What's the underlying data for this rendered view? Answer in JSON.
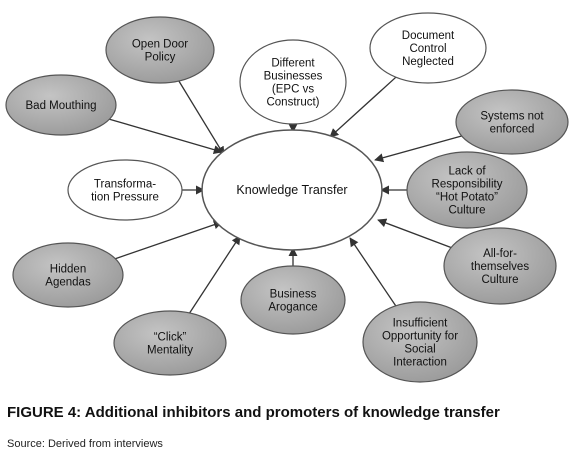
{
  "center": {
    "label": [
      "Knowledge Transfer"
    ]
  },
  "nodes": [
    {
      "id": "open-door-policy",
      "label": [
        "Open Door",
        "Policy"
      ],
      "kind": "inhibitor"
    },
    {
      "id": "different-businesses",
      "label": [
        "Different",
        "Businesses",
        "(EPC vs",
        "Construct)"
      ],
      "kind": "promoter"
    },
    {
      "id": "document-control-neglected",
      "label": [
        "Document",
        "Control",
        "Neglected"
      ],
      "kind": "promoter"
    },
    {
      "id": "bad-mouthing",
      "label": [
        "Bad Mouthing"
      ],
      "kind": "inhibitor"
    },
    {
      "id": "systems-not-enforced",
      "label": [
        "Systems not",
        "enforced"
      ],
      "kind": "inhibitor"
    },
    {
      "id": "transformation-pressure",
      "label": [
        "Transforma-",
        "tion Pressure"
      ],
      "kind": "promoter"
    },
    {
      "id": "lack-of-responsibility",
      "label": [
        "Lack of",
        "Responsibility",
        "“Hot Potato”",
        "Culture"
      ],
      "kind": "inhibitor"
    },
    {
      "id": "hidden-agendas",
      "label": [
        "Hidden",
        "Agendas"
      ],
      "kind": "inhibitor"
    },
    {
      "id": "all-for-themselves",
      "label": [
        "All-for-",
        "themselves",
        "Culture"
      ],
      "kind": "inhibitor"
    },
    {
      "id": "business-arogance",
      "label": [
        "Business",
        "Arogance"
      ],
      "kind": "inhibitor"
    },
    {
      "id": "click-mentality",
      "label": [
        "“Click”",
        "Mentality"
      ],
      "kind": "inhibitor"
    },
    {
      "id": "insufficient-opportunity",
      "label": [
        "Insufficient",
        "Opportunity for",
        "Social",
        "Interaction"
      ],
      "kind": "inhibitor"
    }
  ],
  "colors": {
    "inhibitor_fill": "#a9a9a9",
    "promoter_fill": "#ffffff",
    "stroke": "#555555",
    "arrow": "#333333"
  },
  "caption": "FIGURE 4:  Additional inhibitors and promoters of knowledge transfer",
  "source": "Source: Derived from interviews"
}
